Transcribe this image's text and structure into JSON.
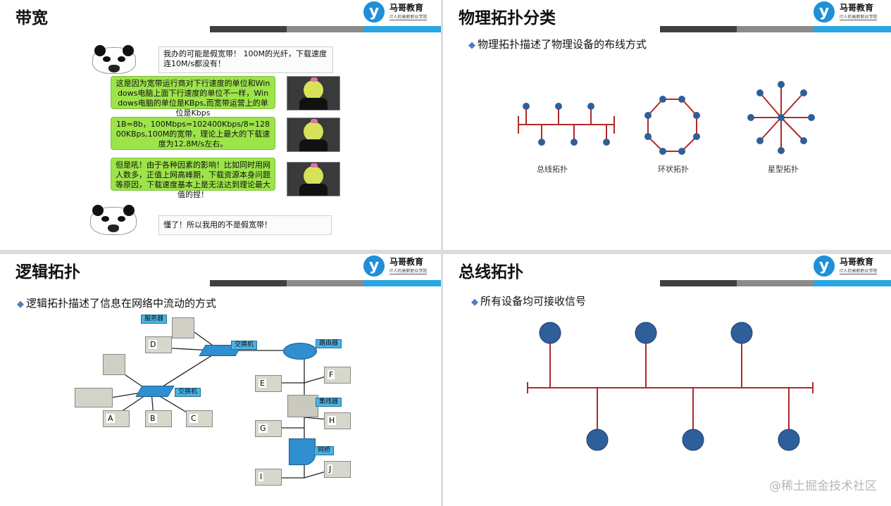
{
  "logo": {
    "mark": "y",
    "name": "马哥教育",
    "slogan": "IT人的高薪职业学院"
  },
  "slide1": {
    "title": "带宽",
    "messages": [
      "我办的可能是假宽带！ 100M的光纤，下载速度连10M/s都没有！",
      "这是因为宽带运行商对下行速度的单位和Windows电脑上面下行速度的单位不一样，Windows电脑的单位是KBps,而宽带运营上的单位是Kbps",
      "1B=8b，100Mbps=102400Kbps/8=12800KBps,100M的宽带，理论上最大的下载速度为12.8M/s左右。",
      "但是吼！由于各种因素的影响！比如同时用网人数多，正值上网高峰期，下载资源本身问题等原因，下载速度基本上是无法达到理论最大值的捏！",
      "懂了！所以我用的不是假宽带！"
    ]
  },
  "slide2": {
    "title": "物理拓扑分类",
    "bullet": "物理拓扑描述了物理设备的布线方式",
    "labels": [
      "总线拓扑",
      "环状拓扑",
      "星型拓扑"
    ],
    "colors": {
      "node": "#2f5f9a",
      "line": "#b02a2a"
    }
  },
  "slide3": {
    "title": "逻辑拓扑",
    "bullet": "逻辑拓扑描述了信息在网络中流动的方式",
    "devices": {
      "server": "服务器",
      "switch1": "交换机",
      "switch2": "交换机",
      "router": "路由器",
      "hub": "集线器",
      "bridge": "网桥"
    },
    "pcs": [
      "D",
      "A",
      "B",
      "C",
      "E",
      "F",
      "G",
      "H",
      "I",
      "J"
    ]
  },
  "slide4": {
    "title": "总线拓扑",
    "bullet": "所有设备均可接收信号"
  },
  "watermark": "@稀土掘金技术社区"
}
